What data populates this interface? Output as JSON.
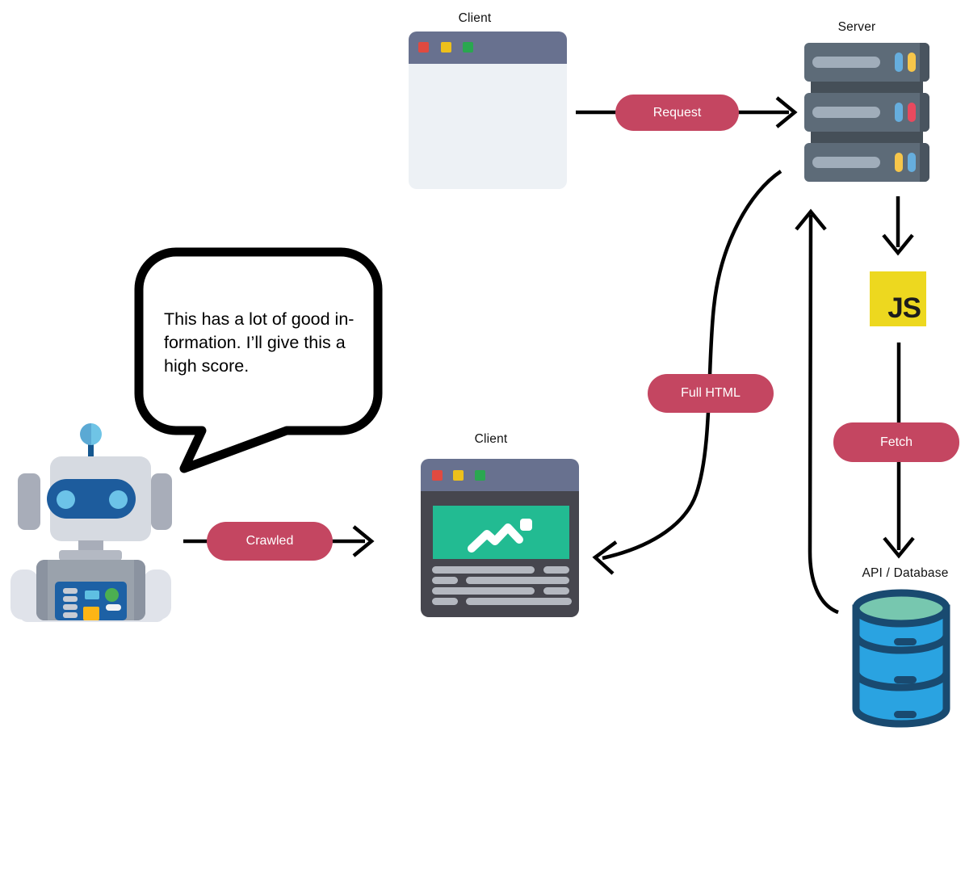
{
  "labels": {
    "client_top": "Client",
    "server": "Server",
    "client_bottom": "Client",
    "api_database": "API / Database",
    "js_badge": "JS"
  },
  "pills": {
    "request": "Request",
    "full_html": "Full HTML",
    "fetch": "Fetch",
    "crawled": "Crawled"
  },
  "speech_bubble": {
    "lines": [
      "This has a lot of good in-",
      "formation. I’ll give this a",
      "high score."
    ]
  },
  "colors": {
    "pill_bg": "#c44661",
    "titlebar": "#68718f",
    "window_light": "#edf1f5",
    "window_dark": "#46464e",
    "image_green": "#22bb92",
    "line_gray": "#b4b8c0",
    "btn_red": "#e04a40",
    "btn_yellow": "#edc01c",
    "btn_green": "#2aa750",
    "server_body": "#5d6b78",
    "server_edge": "#49545f",
    "server_conn": "#454f58",
    "server_slot": "#a0adba",
    "light_blue": "#66aede",
    "light_yellow": "#f7c64a",
    "light_red": "#e8495e",
    "js_yellow": "#edd81f",
    "db_navy": "#194a70",
    "db_blue": "#2aa3e1",
    "db_teal": "#77c7af",
    "robot_head": "#d6dae1",
    "robot_ear": "#a8adb9",
    "robot_visor": "#1d5c9d",
    "robot_eye": "#6cc3e8",
    "robot_body": "#9aa2ac",
    "robot_arm": "#e0e3ea",
    "robot_panel": "#1d61a5",
    "panel_green": "#4caf50",
    "panel_yellow": "#fcb515",
    "panel_blue": "#5fc0e2",
    "antenna_stem": "#15578f",
    "antenna_ball_dark": "#5ba9d4",
    "antenna_ball_light": "#6fc4e6",
    "arrow": "#000000"
  }
}
